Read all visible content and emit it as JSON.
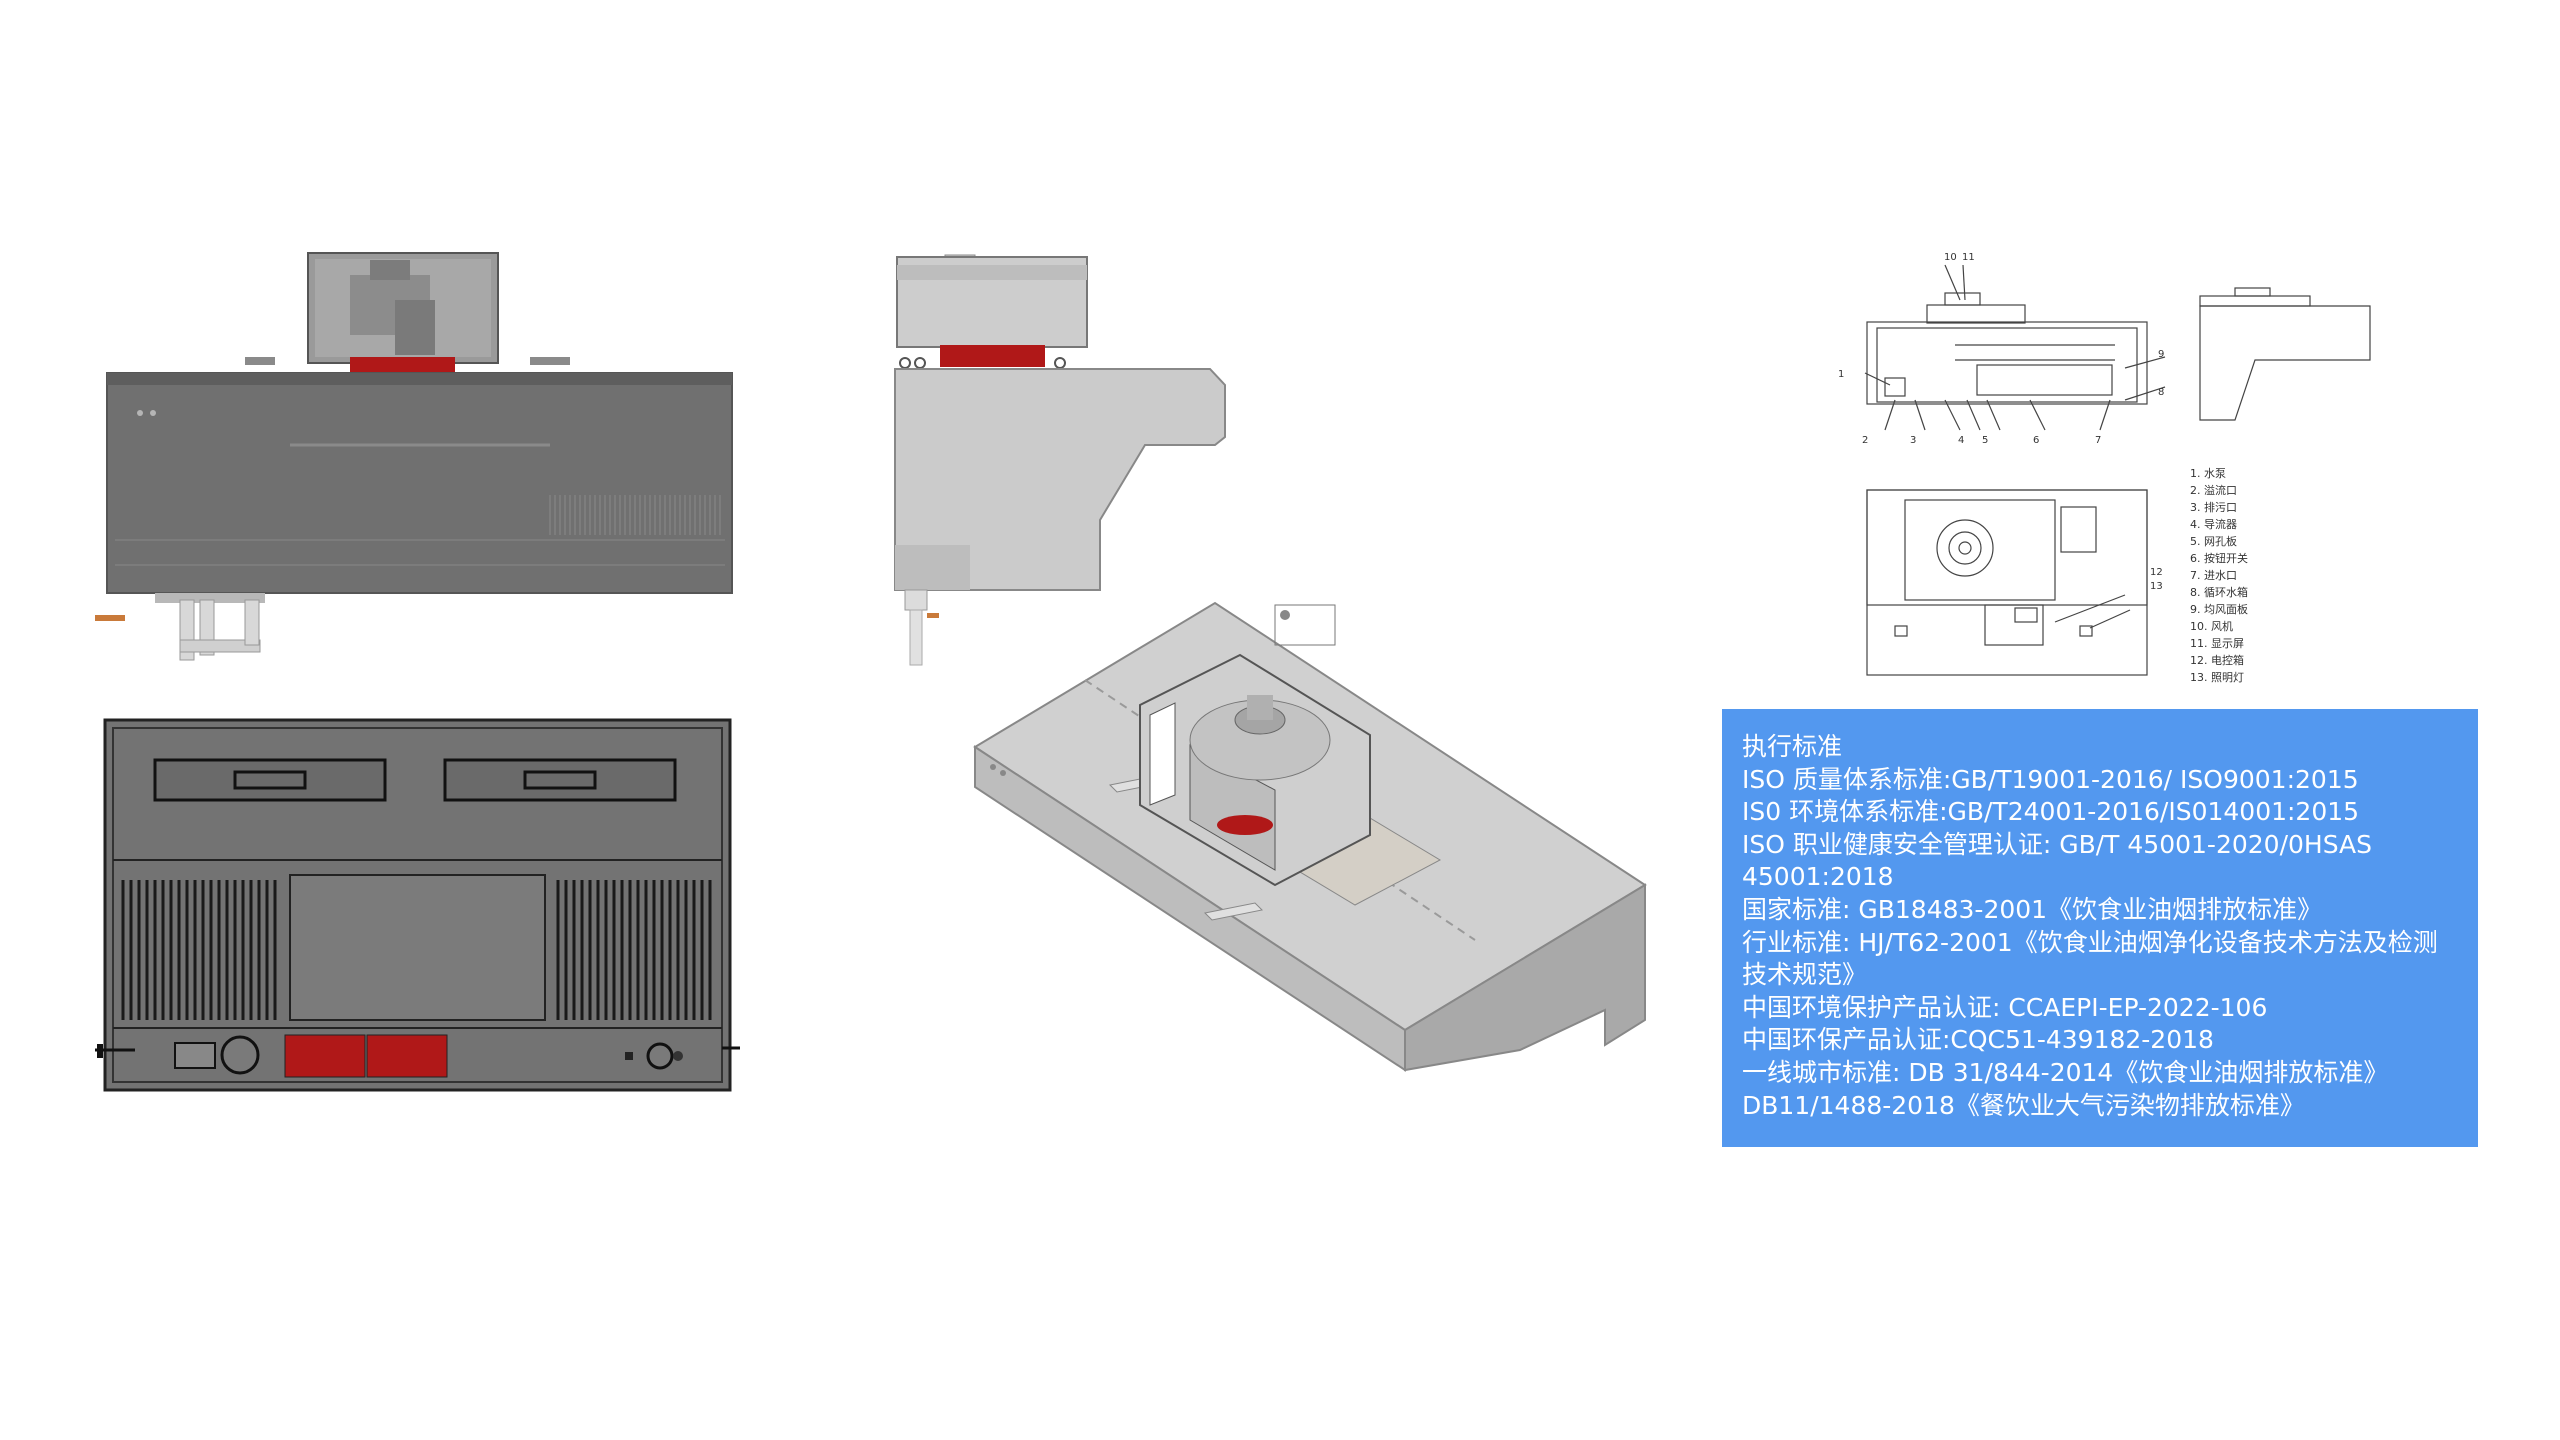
{
  "standards": {
    "heading": "执行标准",
    "lines": [
      "ISO 质量体系标准:GB/T19001-2016/ ISO9001:2015",
      "IS0 环境体系标准:GB/T24001-2016/IS014001:2015",
      "ISO 职业健康安全管理认证: GB/T 45001-2020/0HSAS 45001:2018",
      "国家标准: GB18483-2001《饮食业油烟排放标准》",
      "行业标准: HJ/T62-2001《饮食业油烟净化设备技术方法及检测技术规范》",
      "中国环境保护产品认证: CCAEPI-EP-2022-106",
      "中国环保产品认证:CQC51-439182-2018",
      "一线城市标准: DB 31/844-2014《饮食业油烟排放标准》",
      "DB11/1488-2018《餐饮业大气污染物排放标准》"
    ],
    "box_color": "#5398ef"
  },
  "schematic": {
    "parts": [
      "1. 水泵",
      "2. 溢流口",
      "3. 排污口",
      "4. 导流器",
      "5. 网孔板",
      "6. 按钮开关",
      "7. 进水口",
      "8. 循环水箱",
      "9. 均风面板",
      "10. 风机",
      "11. 显示屏",
      "12. 电控箱",
      "13. 照明灯"
    ],
    "callouts": [
      "10",
      "11",
      "1",
      "9",
      "8",
      "2",
      "3",
      "4",
      "5",
      "6",
      "7",
      "12",
      "13"
    ]
  },
  "colors": {
    "body_gray": "#6f6f6f",
    "light_gray": "#c8c8c8",
    "red_ring": "#b01818",
    "outline": "#222222"
  }
}
